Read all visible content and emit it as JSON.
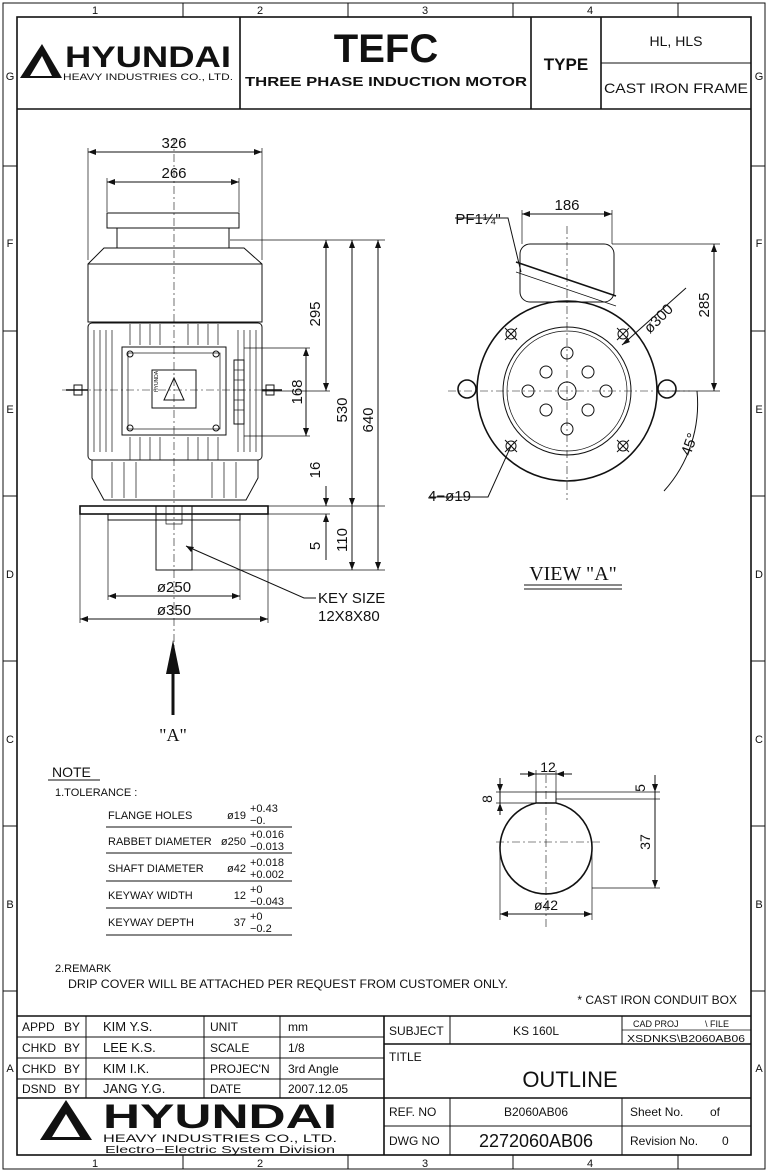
{
  "title_block": {
    "logo_text": "HYUNDAI",
    "logo_sub": "HEAVY INDUSTRIES CO., LTD.",
    "main_title": "TEFC",
    "subtitle": "THREE PHASE INDUCTION MOTOR",
    "type_label": "TYPE",
    "type_value": "HL, HLS",
    "frame_value": "CAST IRON FRAME"
  },
  "grid": {
    "columns": [
      "1",
      "2",
      "3",
      "4"
    ],
    "rows": [
      "G",
      "F",
      "E",
      "D",
      "C",
      "B",
      "A"
    ]
  },
  "side_view": {
    "dims": [
      "326",
      "266",
      "295",
      "168",
      "530",
      "640",
      "16",
      "5",
      "110",
      "ø250",
      "ø350"
    ],
    "key_label": "KEY SIZE",
    "key_value": "12X8X80",
    "arrow_label": "\"A\"",
    "plate_text": "HYUNDAI"
  },
  "view_a": {
    "label": "VIEW \"A\"",
    "pf_label": "PF1¼\"",
    "dims": [
      "186",
      "285",
      "ø300",
      "45°",
      "4−ø19"
    ]
  },
  "shaft_detail": {
    "dims": [
      "12",
      "5",
      "8",
      "37",
      "ø42"
    ]
  },
  "notes": {
    "heading": "NOTE",
    "tolerance_heading": "1.TOLERANCE :",
    "rows": [
      {
        "name": "FLANGE HOLES",
        "nom": "ø19",
        "up": "+0.43",
        "low": "−0."
      },
      {
        "name": "RABBET DIAMETER",
        "nom": "ø250",
        "up": "+0.016",
        "low": "−0.013"
      },
      {
        "name": "SHAFT DIAMETER",
        "nom": "ø42",
        "up": "+0.018",
        "low": "+0.002"
      },
      {
        "name": "KEYWAY WIDTH",
        "nom": "12",
        "up": "+0",
        "low": "−0.043"
      },
      {
        "name": "KEYWAY DEPTH",
        "nom": "37",
        "up": "+0",
        "low": "−0.2"
      }
    ],
    "remark_heading": "2.REMARK",
    "remark_text": "DRIP COVER WILL BE ATTACHED PER REQUEST FROM CUSTOMER ONLY.",
    "conduit_note": "* CAST IRON CONDUIT BOX"
  },
  "bottom_block": {
    "people": [
      {
        "role": "APPD",
        "by": "BY",
        "name": "KIM Y.S."
      },
      {
        "role": "CHKD",
        "by": "BY",
        "name": "LEE K.S."
      },
      {
        "role": "CHKD",
        "by": "BY",
        "name": "KIM I.K."
      },
      {
        "role": "DSND",
        "by": "BY",
        "name": "JANG Y.G."
      }
    ],
    "props": [
      {
        "label": "UNIT",
        "value": "mm"
      },
      {
        "label": "SCALE",
        "value": "1/8"
      },
      {
        "label": "PROJEC'N",
        "value": "3rd Angle"
      },
      {
        "label": "DATE",
        "value": "2007.12.05"
      }
    ],
    "subject_label": "SUBJECT",
    "subject_value": "KS 160L",
    "cad_proj": "CAD PROJ",
    "cad_file": "\\ FILE",
    "cad_path": "XSDNKS\\B2060AB06",
    "title_label": "TITLE",
    "title_value": "OUTLINE",
    "ref_label": "REF. NO",
    "ref_value": "B2060AB06",
    "dwg_label": "DWG NO",
    "dwg_value": "2272060AB06",
    "sheet_label": "Sheet No.",
    "sheet_of": "of",
    "rev_label": "Revision No.",
    "rev_value": "0",
    "logo_text": "HYUNDAI",
    "logo_sub": "HEAVY INDUSTRIES CO., LTD.",
    "logo_div": "Electro−Electric System Division"
  }
}
